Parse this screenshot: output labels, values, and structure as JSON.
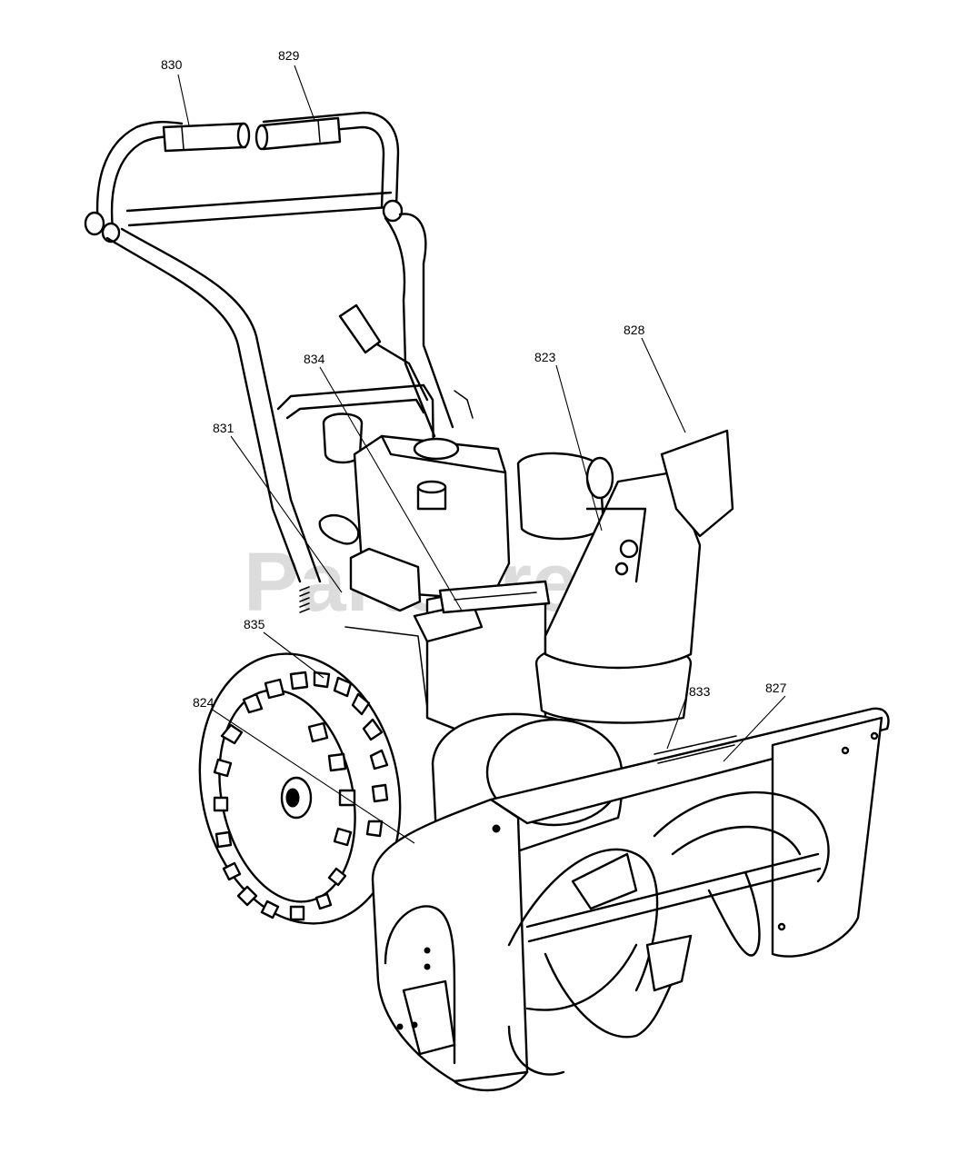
{
  "watermark": {
    "text": "PartsTree"
  },
  "callouts": [
    {
      "id": "830",
      "label": "830"
    },
    {
      "id": "829",
      "label": "829"
    },
    {
      "id": "828",
      "label": "828"
    },
    {
      "id": "834",
      "label": "834"
    },
    {
      "id": "823",
      "label": "823"
    },
    {
      "id": "831",
      "label": "831"
    },
    {
      "id": "835",
      "label": "835"
    },
    {
      "id": "833",
      "label": "833"
    },
    {
      "id": "827",
      "label": "827"
    },
    {
      "id": "824",
      "label": "824"
    }
  ]
}
